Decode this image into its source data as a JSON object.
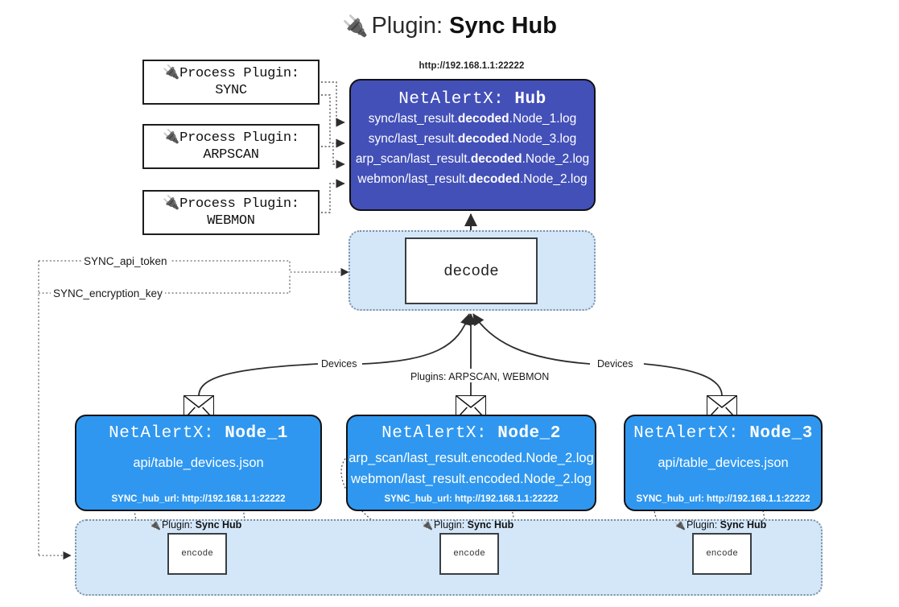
{
  "title": {
    "icon": "plug-icon",
    "prefix": "Plugin:",
    "name": "Sync Hub",
    "glyph": "🔌"
  },
  "process_plugins": [
    {
      "label": "Process Plugin:",
      "name": "SYNC",
      "icon": "plug-icon"
    },
    {
      "label": "Process Plugin:",
      "name": "ARPSCAN",
      "icon": "plug-icon"
    },
    {
      "label": "Process Plugin:",
      "name": "WEBMON",
      "icon": "plug-icon"
    }
  ],
  "hub": {
    "url": "http://192.168.1.1:22222",
    "title_prefix": "NetAlertX:",
    "title_name": "Hub",
    "rows": [
      {
        "pre": "sync/last_result.",
        "mid": "decoded",
        "post": ".Node_1.log"
      },
      {
        "pre": "sync/last_result.",
        "mid": "decoded",
        "post": ".Node_3.log"
      },
      {
        "pre": "arp_scan/last_result.",
        "mid": "decoded",
        "post": ".Node_2.log"
      },
      {
        "pre": "webmon/last_result.",
        "mid": "decoded",
        "post": ".Node_2.log"
      }
    ],
    "color": "#4350b8"
  },
  "decode": {
    "label": "decode"
  },
  "variables": {
    "api_token": "SYNC_api_token",
    "encryption_key": "SYNC_encryption_key"
  },
  "edge_labels": {
    "devices_left": "Devices",
    "devices_right": "Devices",
    "plugins": "Plugins: ARPSCAN, WEBMON"
  },
  "nodes": [
    {
      "title_prefix": "NetAlertX:",
      "title_name": "Node_1",
      "lines": [
        "api/table_devices.json"
      ],
      "footer": "SYNC_hub_url: http://192.168.1.1:22222",
      "icon": "envelope-icon"
    },
    {
      "title_prefix": "NetAlertX:",
      "title_name": "Node_2",
      "lines": [
        "arp_scan/last_result.encoded.Node_2.log",
        "webmon/last_result.encoded.Node_2.log"
      ],
      "footer": "SYNC_hub_url: http://192.168.1.1:22222",
      "icon": "envelope-icon"
    },
    {
      "title_prefix": "NetAlertX:",
      "title_name": "Node_3",
      "lines": [
        "api/table_devices.json"
      ],
      "footer": "SYNC_hub_url: http://192.168.1.1:22222",
      "icon": "envelope-icon"
    }
  ],
  "encoders": [
    {
      "plugin_prefix": "Plugin:",
      "plugin_name": "Sync Hub",
      "label": "encode",
      "icon": "plug-icon"
    },
    {
      "plugin_prefix": "Plugin:",
      "plugin_name": "Sync Hub",
      "label": "encode",
      "icon": "plug-icon"
    },
    {
      "plugin_prefix": "Plugin:",
      "plugin_name": "Sync Hub",
      "label": "encode",
      "icon": "plug-icon"
    }
  ],
  "colors": {
    "hub": "#4350b8",
    "node": "#2f97ef",
    "container": "#d4e7f9",
    "stroke": "#111111"
  }
}
